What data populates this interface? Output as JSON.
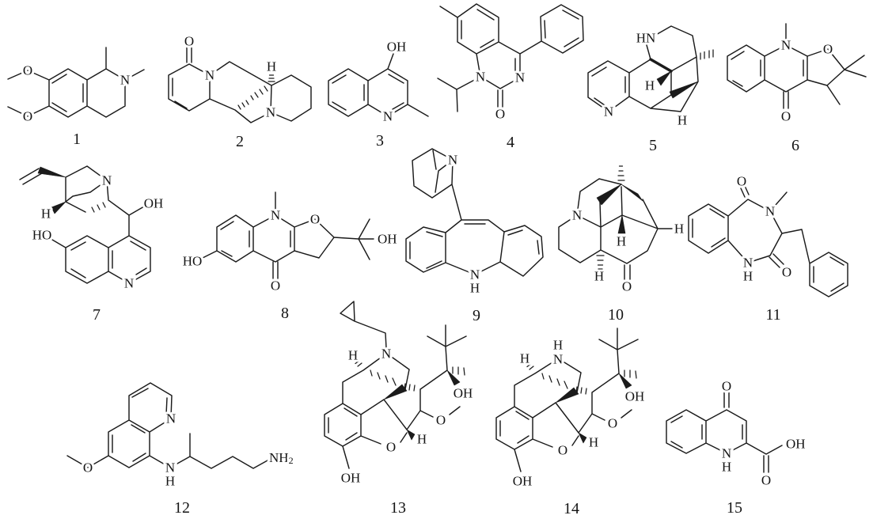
{
  "figure": {
    "background": "#ffffff",
    "line_color": "#1b1b1b",
    "description": "Fifteen numbered chemical structure drawings (alkaloid-type compounds)"
  },
  "compounds": [
    {
      "number": "1",
      "atoms": [
        "O",
        "O",
        "N"
      ]
    },
    {
      "number": "2",
      "atoms": [
        "O",
        "N",
        "H",
        "N"
      ]
    },
    {
      "number": "3",
      "atoms": [
        "OH",
        "N"
      ]
    },
    {
      "number": "4",
      "atoms": [
        "N",
        "N",
        "O"
      ]
    },
    {
      "number": "5",
      "atoms": [
        "HN",
        "H",
        "H",
        "N"
      ]
    },
    {
      "number": "6",
      "atoms": [
        "N",
        "O",
        "O"
      ]
    },
    {
      "number": "7",
      "atoms": [
        "N",
        "OH",
        "H",
        "HO",
        "N"
      ]
    },
    {
      "number": "8",
      "atoms": [
        "N",
        "O",
        "OH",
        "HO",
        "O"
      ]
    },
    {
      "number": "9",
      "atoms": [
        "N",
        "N",
        "H"
      ]
    },
    {
      "number": "10",
      "atoms": [
        "N",
        "H",
        "H",
        "H",
        "O"
      ]
    },
    {
      "number": "11",
      "atoms": [
        "O",
        "N",
        "O",
        "N",
        "H"
      ]
    },
    {
      "number": "12",
      "atoms": [
        "N",
        "O",
        "N",
        "H",
        "NH",
        "2"
      ]
    },
    {
      "number": "13",
      "atoms": [
        "H",
        "N",
        "OH",
        "O",
        "H",
        "O",
        "OH"
      ]
    },
    {
      "number": "14",
      "atoms": [
        "H",
        "H",
        "N",
        "OH",
        "O",
        "H",
        "O",
        "OH"
      ]
    },
    {
      "number": "15",
      "atoms": [
        "O",
        "N",
        "H",
        "OH",
        "O"
      ]
    }
  ]
}
